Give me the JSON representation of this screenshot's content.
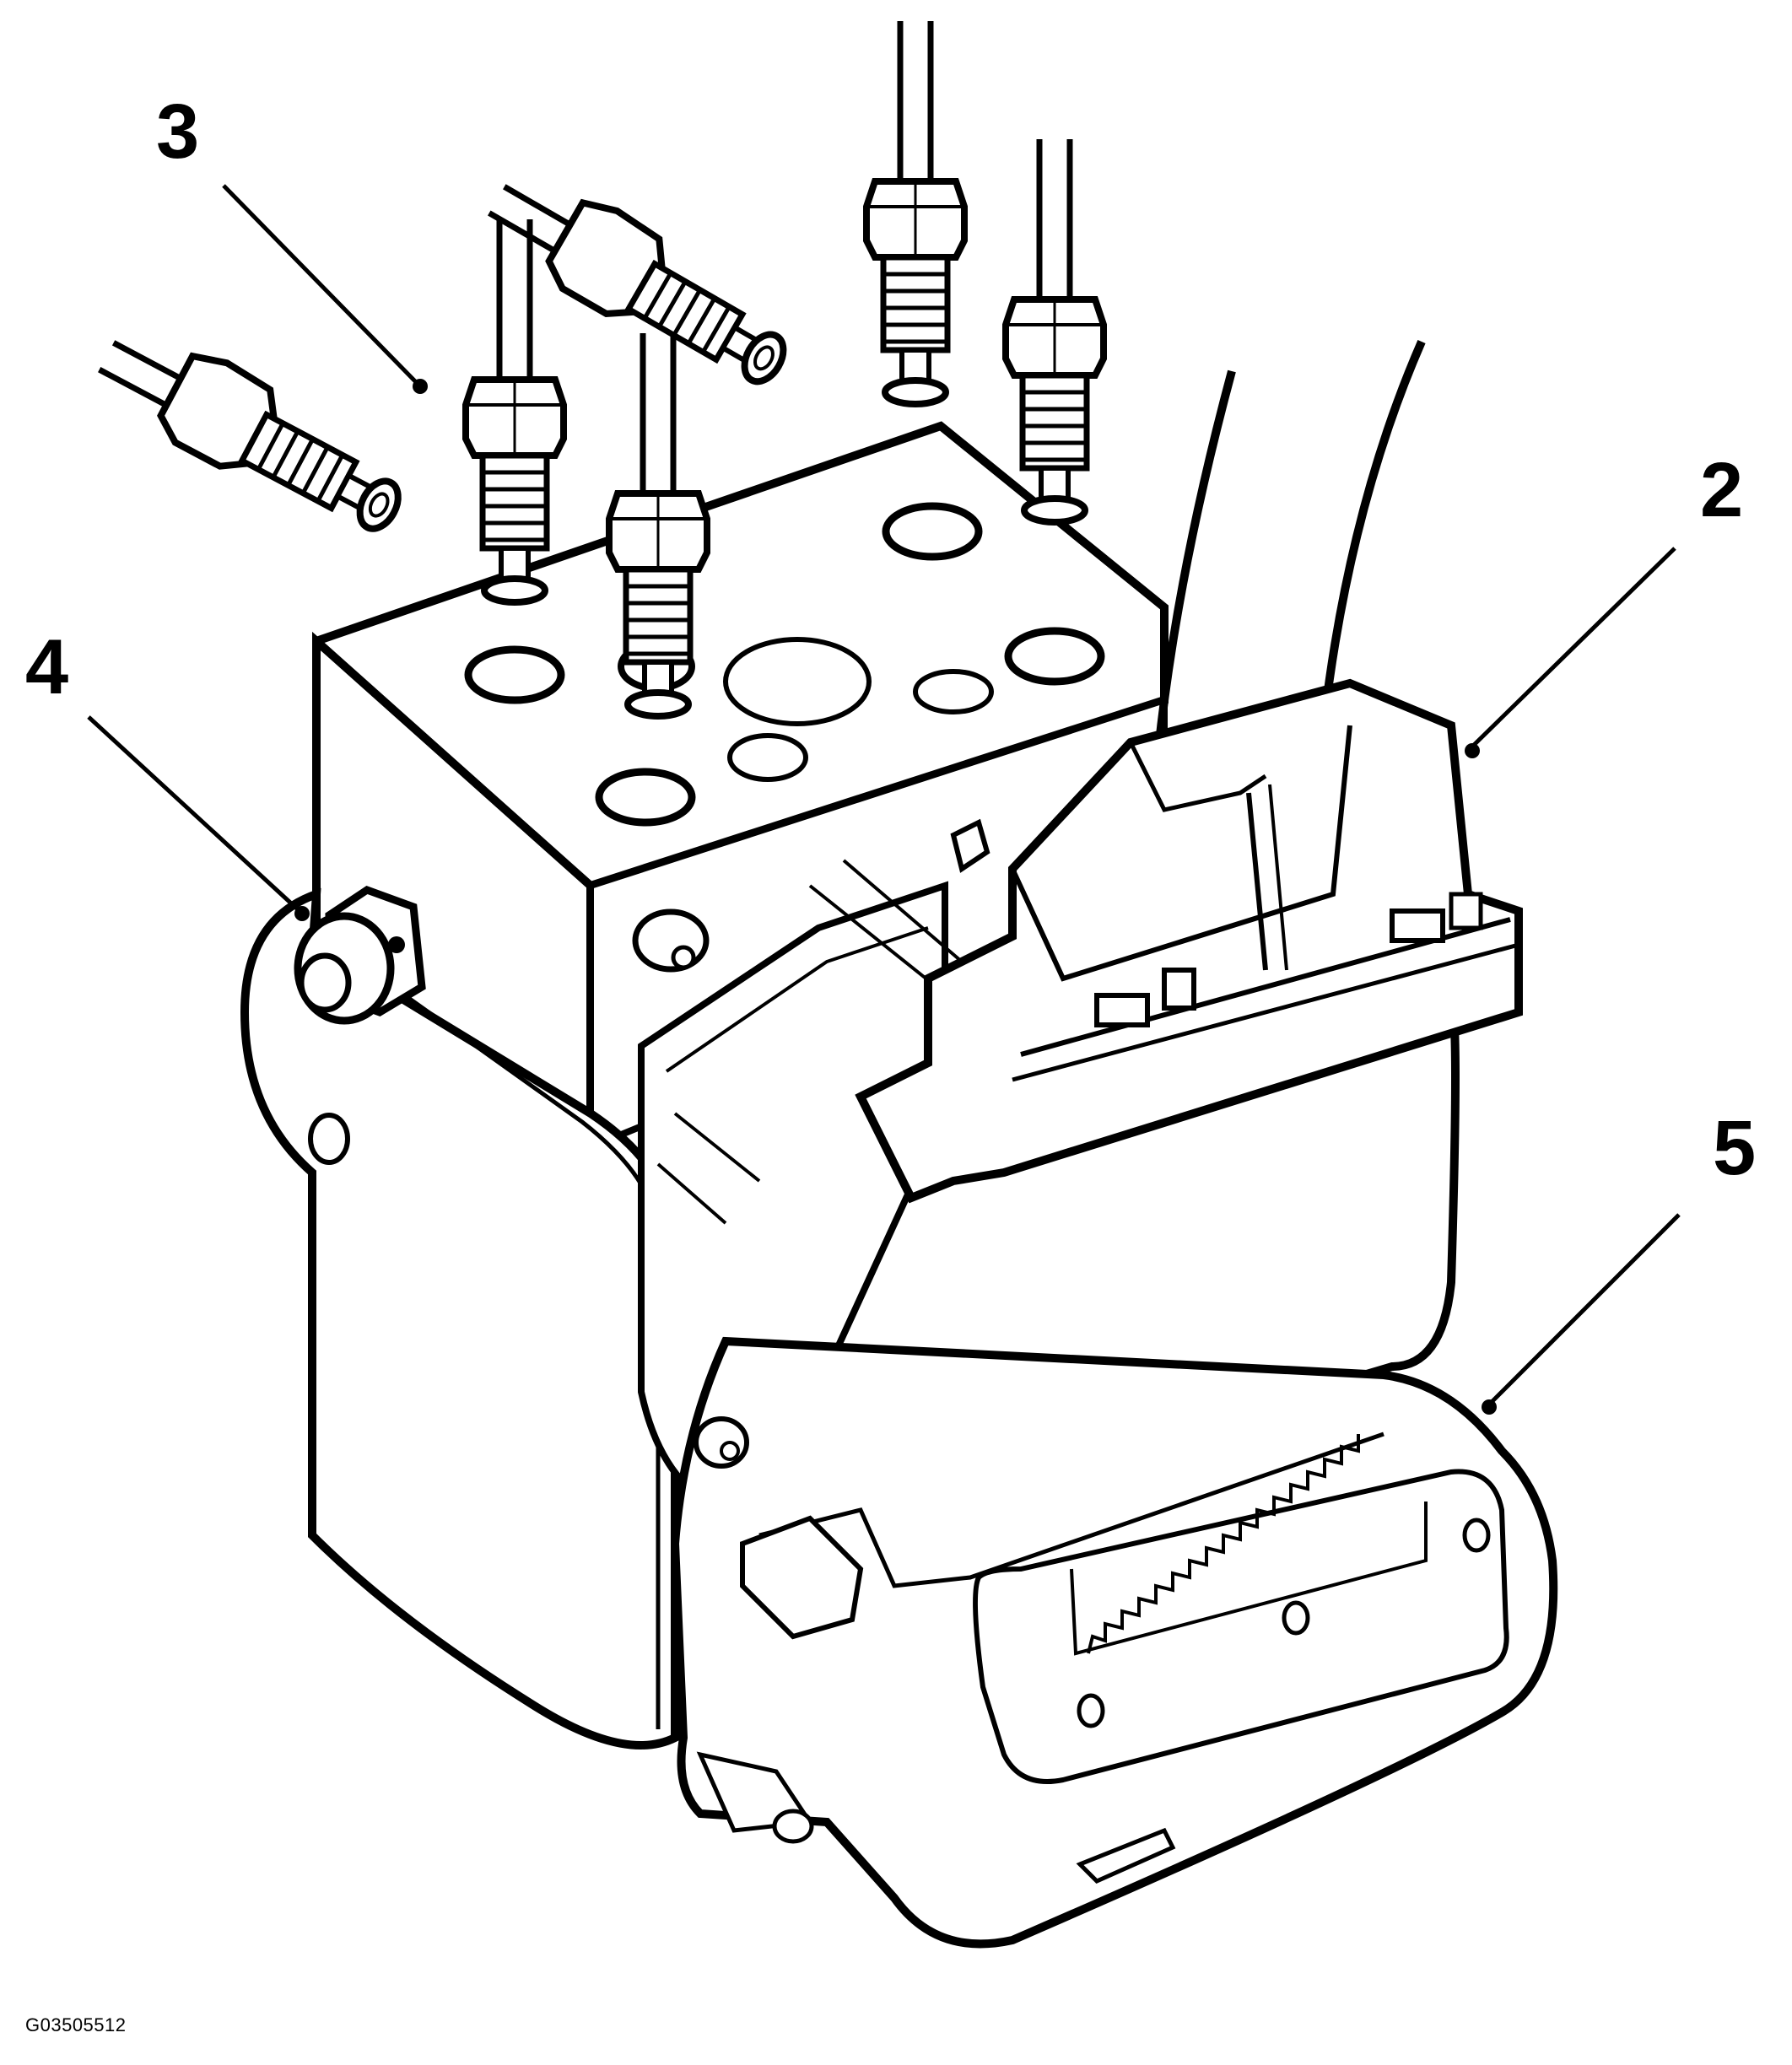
{
  "callouts": {
    "label_2": "2",
    "label_3": "3",
    "label_4": "4",
    "label_5": "5"
  },
  "figure_id": "G03505512",
  "colors": {
    "ink": "#000000",
    "paper": "#ffffff"
  }
}
